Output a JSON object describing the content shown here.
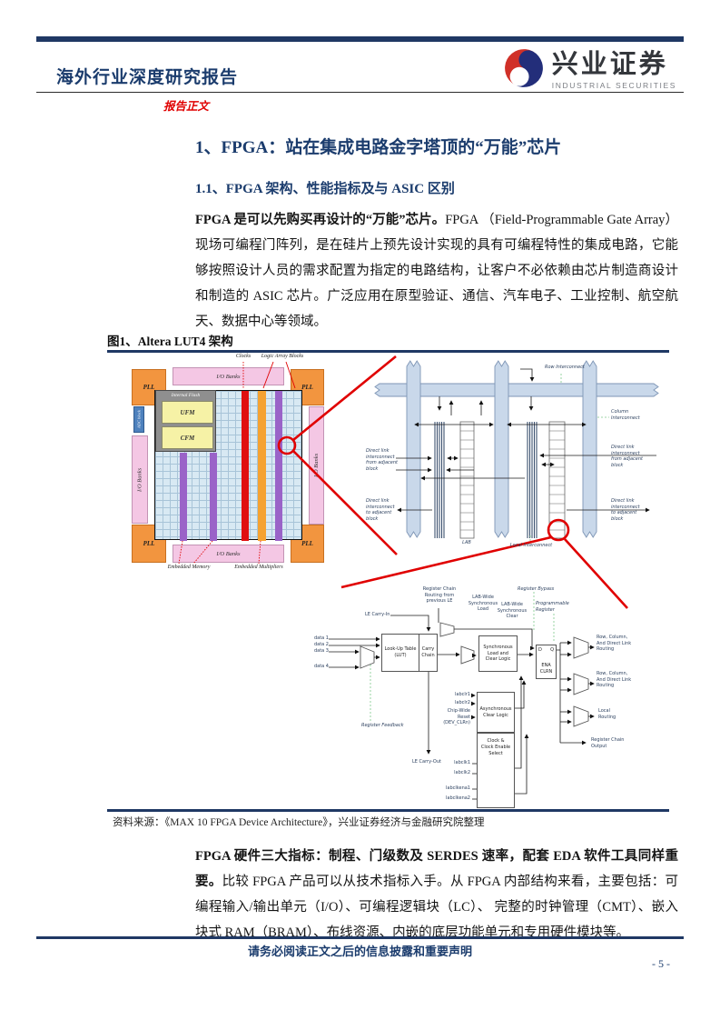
{
  "header": {
    "report_type": "海外行业深度研究报告",
    "brand_cn": "兴业证券",
    "brand_en": "INDUSTRIAL SECURITIES",
    "section_tag": "报告正文"
  },
  "headings": {
    "h1": "1、FPGA：站在集成电路金字塔顶的“万能”芯片",
    "h2": "1.1、FPGA 架构、性能指标及与 ASIC 区别"
  },
  "paragraphs": {
    "p1_bold": "FPGA 是可以先购买再设计的“万能”芯片。",
    "p1_rest": "FPGA （Field-Programmable Gate Array）现场可编程门阵列，是在硅片上预先设计实现的具有可编程特性的集成电路，它能够按照设计人员的需求配置为指定的电路结构，让客户不必依赖由芯片制造商设计和制造的 ASIC 芯片。广泛应用在原型验证、通信、汽车电子、工业控制、航空航天、数据中心等领域。",
    "p2_bold": "FPGA 硬件三大指标：制程、门级数及 SERDES 速率，配套 EDA 软件工具同样重要。",
    "p2_rest": "比较 FPGA 产品可以从技术指标入手。从 FPGA 内部结构来看，主要包括：可编程输入/输出单元（I/O）、可编程逻辑块（LC）、 完整的时钟管理（CMT）、嵌入块式 RAM（BRAM）、布线资源、内嵌的底层功能单元和专用硬件模块等。"
  },
  "figure": {
    "title": "图1、Altera LUT4 架构",
    "source": "资料来源：《MAX 10 FPGA Device Architecture》，兴业证券经济与金融研究院整理"
  },
  "diagram": {
    "chip": {
      "clocks": "Clocks",
      "logic_array_blocks": "Logic Array Blocks",
      "io_banks": "I/O Banks",
      "pll": "PLL",
      "internal_flash": "Internal Flash",
      "ufm": "UFM",
      "cfm": "CFM",
      "adc_block": "ADC block",
      "embedded_memory": "Embedded Memory",
      "embedded_multipliers": "Embedded Multipliers"
    },
    "routing": {
      "row_interconnect": "Row Interconnect",
      "column_interconnect": "Column\nInterconnect",
      "direct_link_from": "Direct link\ninterconnect\nfrom adjacent\nblock",
      "direct_link_to": "Direct link\ninterconnect\nto adjacent\nblock",
      "lab": "LAB",
      "local_interconnect": "Local Interconnect"
    },
    "le": {
      "register_chain_routing": "Register Chain\nRouting from\nprevious LE",
      "lab_wide_sync_load": "LAB-Wide\nSynchronous\nLoad",
      "lab_wide_sync_clear": "LAB-Wide\nSynchronous\nClear",
      "register_bypass": "Register Bypass",
      "programmable_register": "Programmable\nRegister",
      "le_carry_in": "LE Carry-In",
      "data1": "data 1",
      "data2": "data 2",
      "data3": "data 3",
      "data4": "data 4",
      "lut": "Look-Up Table\n(LUT)",
      "carry_chain": "Carry\nChain",
      "sync_load_clear": "Synchronous\nLoad and\nClear Logic",
      "d": "D",
      "q": "Q",
      "ena": "ENA",
      "clrn": "CLRN",
      "row_column_routing": "Row, Column,\nAnd Direct Link\nRouting",
      "labclr1": "labclr1",
      "labclr2": "labclr2",
      "chip_wide_reset": "Chip-Wide\nReset\n(DEV_CLRn)",
      "async_clear": "Asynchronous\nClear Logic",
      "clock_enable_select": "Clock &\nClock Enable\nSelect",
      "labclk1": "labclk1",
      "labclk2": "labclk2",
      "labclkena1": "labclkena1",
      "labclkena2": "labclkena2",
      "register_feedback": "Register Feedback",
      "le_carry_out": "LE Carry-Out",
      "local_routing": "Local\nRouting",
      "register_chain_output": "Register Chain\nOutput"
    }
  },
  "footer": {
    "disclaimer": "请务必阅读正文之后的信息披露和重要声明",
    "page_number": "- 5 -"
  },
  "colors": {
    "navy": "#1f3864",
    "accent_red": "#e00000",
    "logo_red": "#d03028",
    "logo_blue": "#232e7a"
  }
}
